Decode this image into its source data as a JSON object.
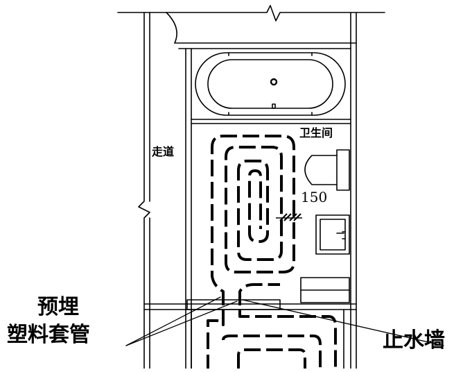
{
  "labels": {
    "bathroom": "卫生间",
    "corridor": "走道",
    "pipe_spacing": "150",
    "sleeve_line1": "预埋",
    "sleeve_line2": "塑料套管",
    "water_stop_wall": "止水墙"
  },
  "colors": {
    "ink": "#000000",
    "background": "#ffffff"
  }
}
